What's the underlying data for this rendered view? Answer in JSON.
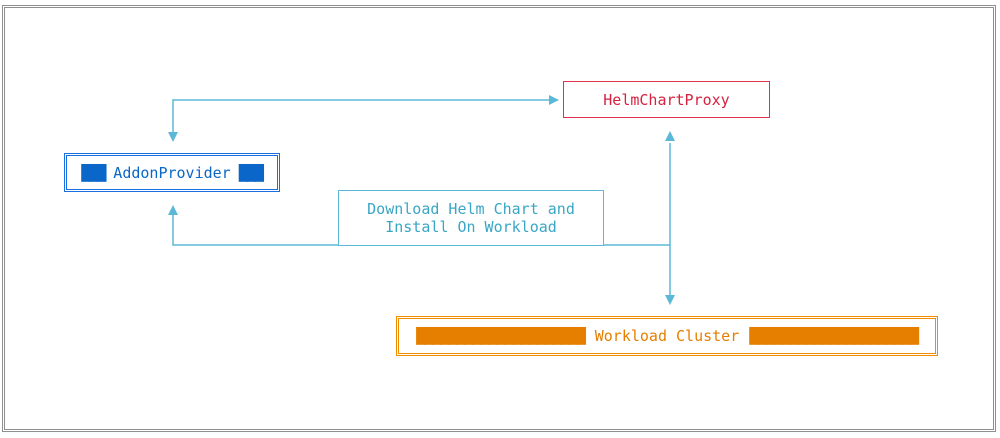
{
  "diagram": {
    "nodes": {
      "addon_provider": {
        "left_blocks": "███",
        "label": "AddonProvider",
        "right_blocks": "███"
      },
      "helm_chart_proxy": {
        "label": "HelmChartProxy"
      },
      "workload_cluster": {
        "left_blocks": "█████████████████████",
        "label": "Workload Cluster",
        "right_blocks": "█████████████████████"
      }
    },
    "edge_label": {
      "line1": "Download Helm Chart and",
      "line2": "Install On Workload"
    },
    "colors": {
      "addon": "#1a6fe0",
      "helm": "#e0314f",
      "workload": "#f08c00",
      "connector": "#5bb8d6",
      "frame": "#8f8f8f"
    }
  }
}
